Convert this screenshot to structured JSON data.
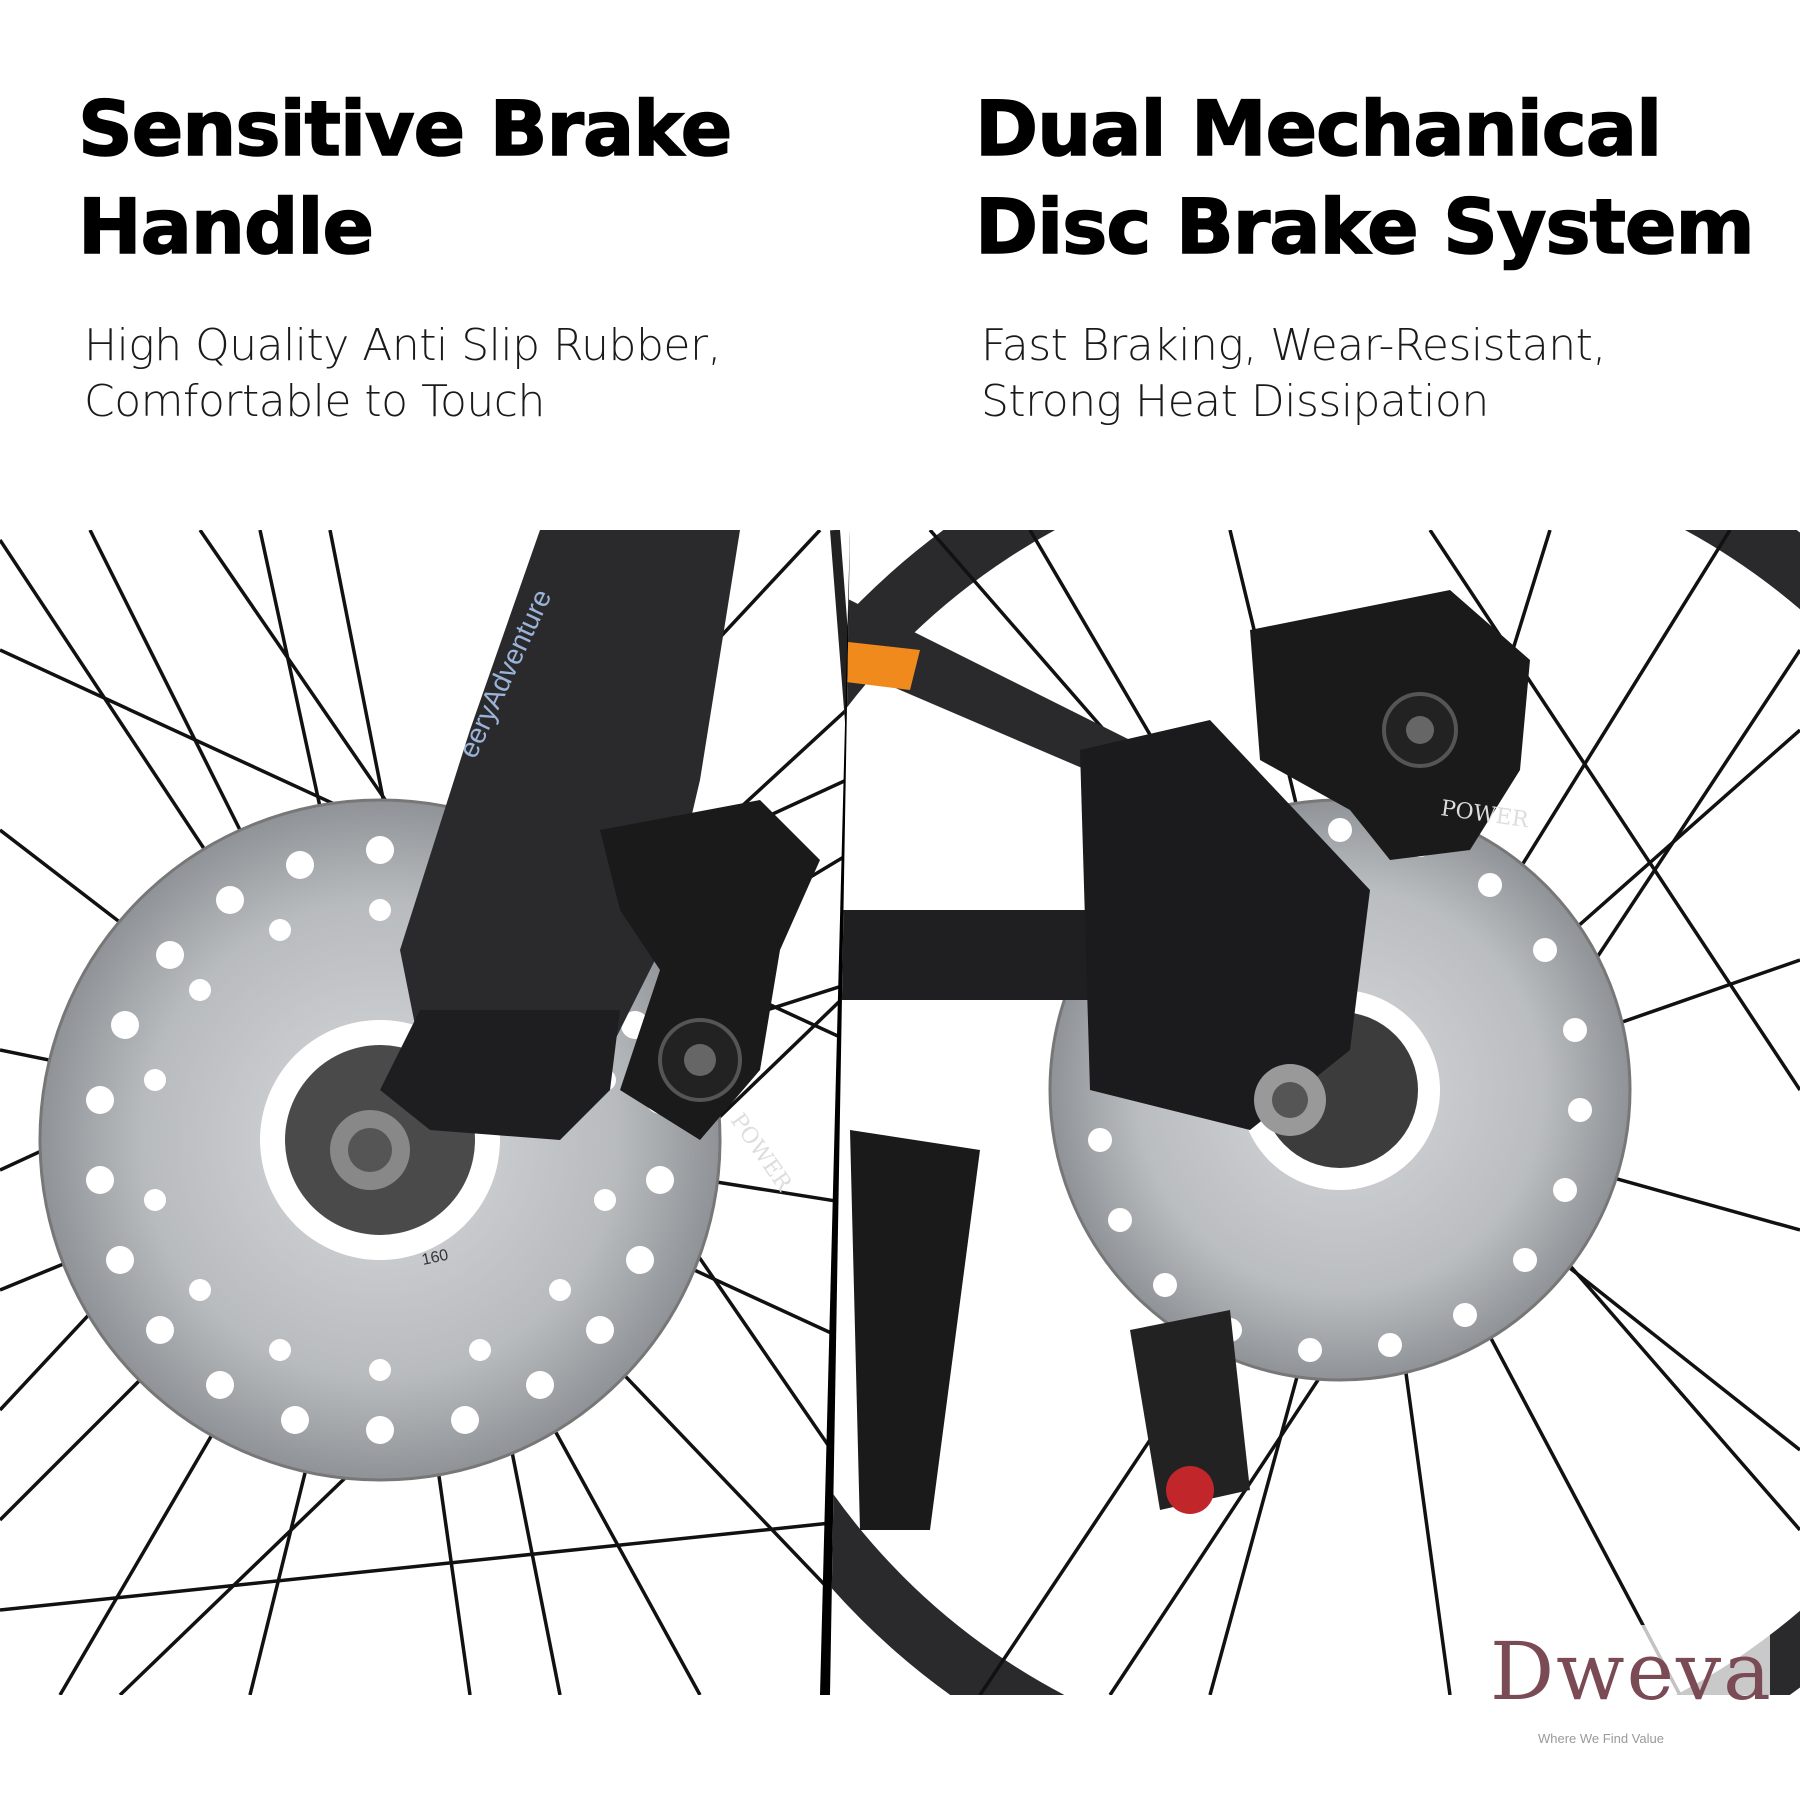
{
  "features": [
    {
      "title_line1": "Sensitive Brake",
      "title_line2": "Handle",
      "desc_line1": "High Quality Anti Slip Rubber,",
      "desc_line2": "Comfortable to Touch"
    },
    {
      "title_line1": "Dual Mechanical",
      "title_line2": "Disc Brake System",
      "desc_line1": "Fast Braking, Wear-Resistant,",
      "desc_line2": "Strong Heat Dissipation"
    }
  ],
  "photos": {
    "left": {
      "frame_text": "eeryAdventure",
      "caliper_brand": "POWER",
      "rotor_size": "160"
    },
    "right": {
      "caliper_brand": "POWER"
    }
  },
  "watermark": {
    "brand": "Dweva",
    "tagline": "Where We Find Value"
  },
  "colors": {
    "frame": "#2a2a2c",
    "rotor": "#b9bcbf",
    "accent": "#f08a1c",
    "spoke": "#111111"
  }
}
